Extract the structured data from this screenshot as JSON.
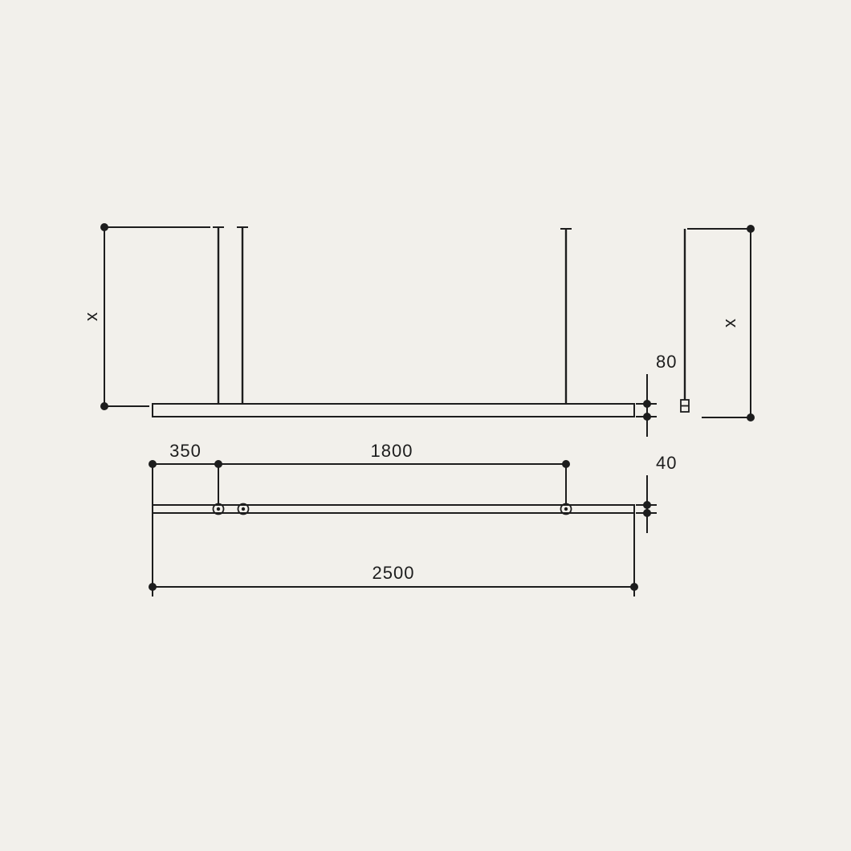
{
  "colors": {
    "background": "#f2f0eb",
    "line": "#1d1d1d",
    "text": "#1d1d1d"
  },
  "labels": {
    "suspension_left": "x",
    "suspension_right": "x",
    "profile_height": "80",
    "left_offset": "350",
    "suspension_span": "1800",
    "profile_depth": "40",
    "total_length": "2500"
  }
}
